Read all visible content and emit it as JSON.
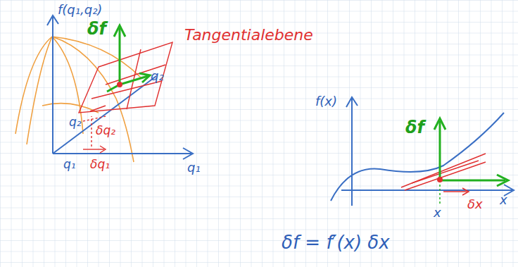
{
  "diagram": {
    "labels": [
      "f(q₁,q₂)",
      "δf",
      "q₂",
      "Tangentialebene",
      "q₂",
      "δq₂",
      "q₁",
      "δq₁",
      "q₁",
      "f(x)",
      "δf",
      "x",
      "x",
      "δx",
      "δf = f′(x) δx"
    ]
  }
}
